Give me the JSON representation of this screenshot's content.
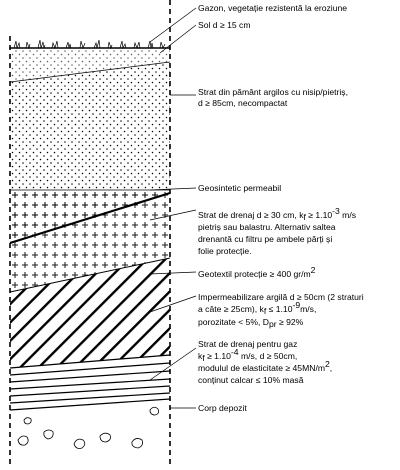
{
  "colors": {
    "ink": "#000000",
    "paper": "#ffffff"
  },
  "labels": {
    "gazon": "Gazon, vegetație rezistentă la eroziune",
    "sol": "Sol d ≥ 15 cm",
    "strat_argilos": [
      "Strat din pământ argilos cu nisip/pietriș,",
      "d ≥ 85cm, necompactat"
    ],
    "geosintetic": "Geosintetic permeabil",
    "drenaj": {
      "line1_a": "Strat de drenaj d ≥ 30 cm, k",
      "line1_sub": "f",
      "line1_b": " ≥ 1.10",
      "line1_sup": "-3",
      "line1_c": " m/s",
      "line2": "pietriș sau balastru. Alternativ saltea",
      "line3": "drenantă cu filtru pe ambele părți și",
      "line4": "folie protecție."
    },
    "geotextil": {
      "text": "Geotextil protecție ≥ 400 gr/m",
      "sup": "2"
    },
    "impermeabilizare": {
      "line1": "Impermeabilizare argilă d ≥ 50cm (2 straturi",
      "line2": "a câte ≥ 25cm), k",
      "line2_sub": "f",
      "line2_b": " ≤ 1.10",
      "line2_sup": "-9",
      "line2_c": "m/s,",
      "line3_a": "porozitate < 5%, D",
      "line3_sub": "pr",
      "line3_b": " ≥ 92%"
    },
    "drenaj_gaz": {
      "line1": "Strat de drenaj pentru gaz",
      "line2_a": "k",
      "line2_sub": "f",
      "line2_b": " ≥ 1.10",
      "line2_sup": "-4",
      "line2_c": " m/s, d ≥ 50cm,",
      "line3_a": "modulul de elasticitate ≥ 45MN/m",
      "line3_sup": "2",
      "line3_b": ",",
      "line4": "conținut calcar ≤ 10% masă"
    },
    "corp": "Corp depozit"
  }
}
